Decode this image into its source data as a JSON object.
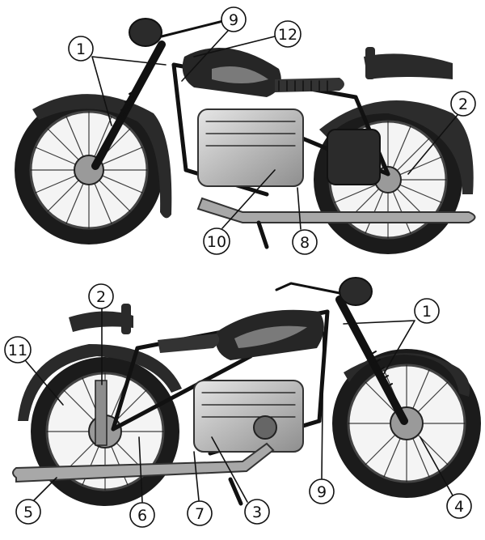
{
  "figure": {
    "top_view": {
      "callouts": [
        "1",
        "9",
        "12",
        "2",
        "10",
        "8"
      ]
    },
    "bottom_view": {
      "callouts": [
        "2",
        "11",
        "1",
        "5",
        "6",
        "7",
        "3",
        "9",
        "4"
      ]
    }
  },
  "colors": {
    "ink": "#111111",
    "tank_dark": "#2a2a2a",
    "metal_light": "#bdbdbd",
    "tire": "#1c1c1c"
  }
}
